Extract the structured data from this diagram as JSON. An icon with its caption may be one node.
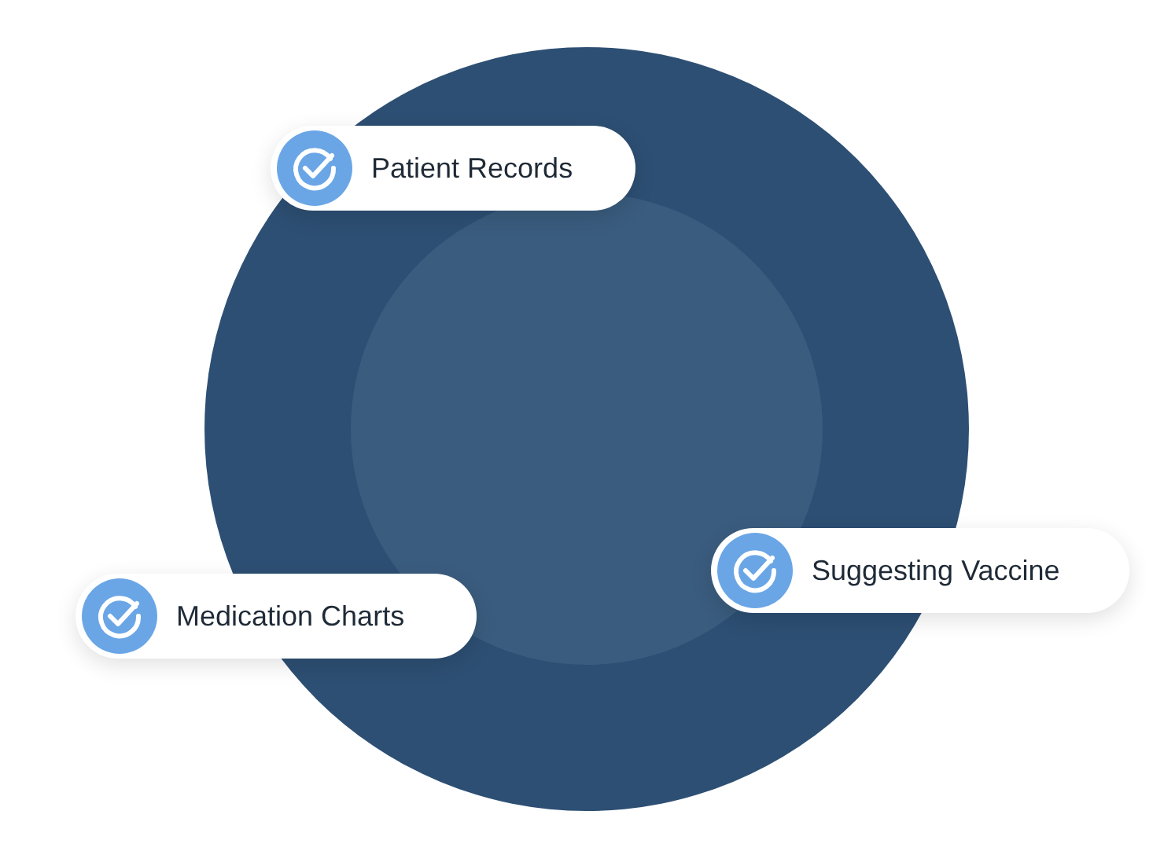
{
  "diagram": {
    "nodes": [
      {
        "text": [
          "Patient Records"
        ]
      },
      {
        "text": [
          "Suggesting Vaccine"
        ]
      },
      {
        "text": [
          "Medication Charts"
        ]
      }
    ]
  }
}
